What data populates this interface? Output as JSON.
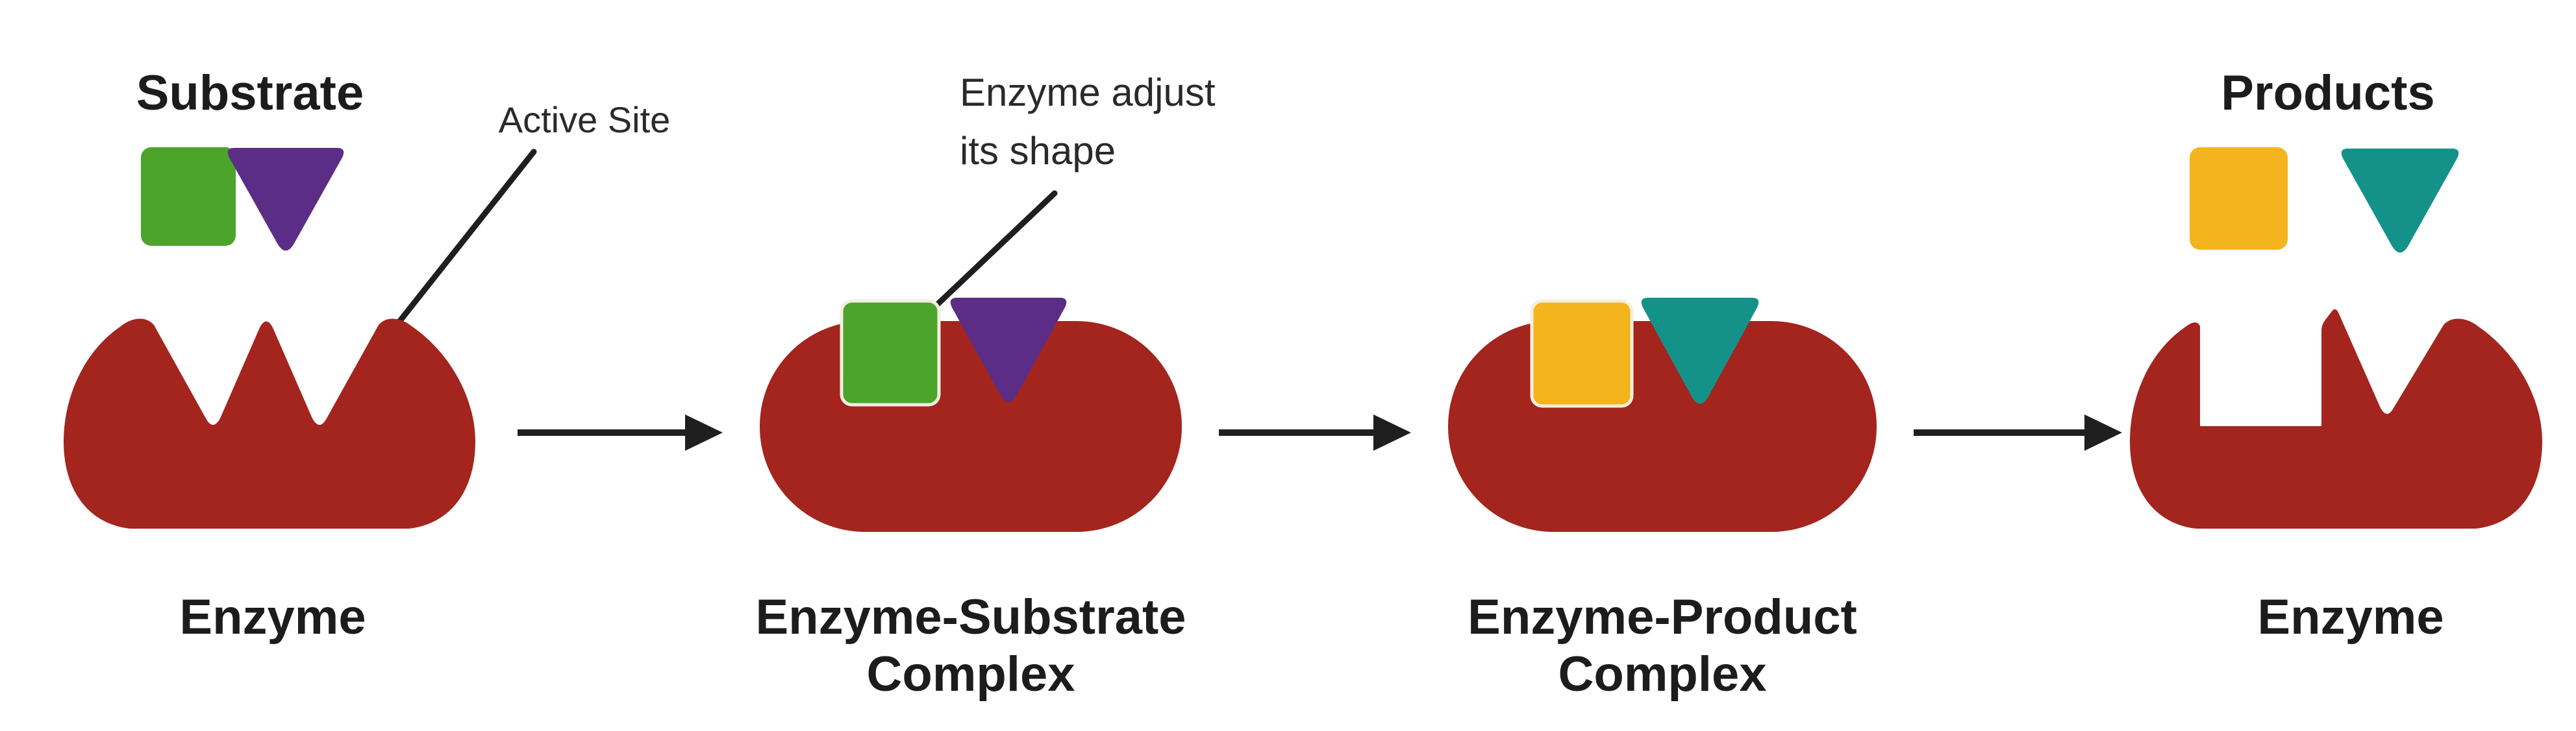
{
  "diagram": {
    "annotations": {
      "substrate": "Substrate",
      "active_site": "Active Site",
      "enzyme_adjust_line1": "Enzyme adjust",
      "enzyme_adjust_line2": "its shape",
      "products": "Products"
    },
    "stages": [
      {
        "id": "enzyme-free-start",
        "label": "Enzyme"
      },
      {
        "id": "enzyme-substrate-complex",
        "label_line1": "Enzyme-Substrate",
        "label_line2": "Complex"
      },
      {
        "id": "enzyme-product-complex",
        "label_line1": "Enzyme-Product",
        "label_line2": "Complex"
      },
      {
        "id": "enzyme-free-end",
        "label": "Enzyme"
      }
    ],
    "colors": {
      "enzyme_red": "#A3251E",
      "substrate_green": "#4CA42B",
      "substrate_purple": "#5B2D86",
      "product_yellow": "#F4B41E",
      "product_teal": "#14928A",
      "ink_black": "#1F1F1F",
      "background": "#FFFFFF"
    }
  }
}
